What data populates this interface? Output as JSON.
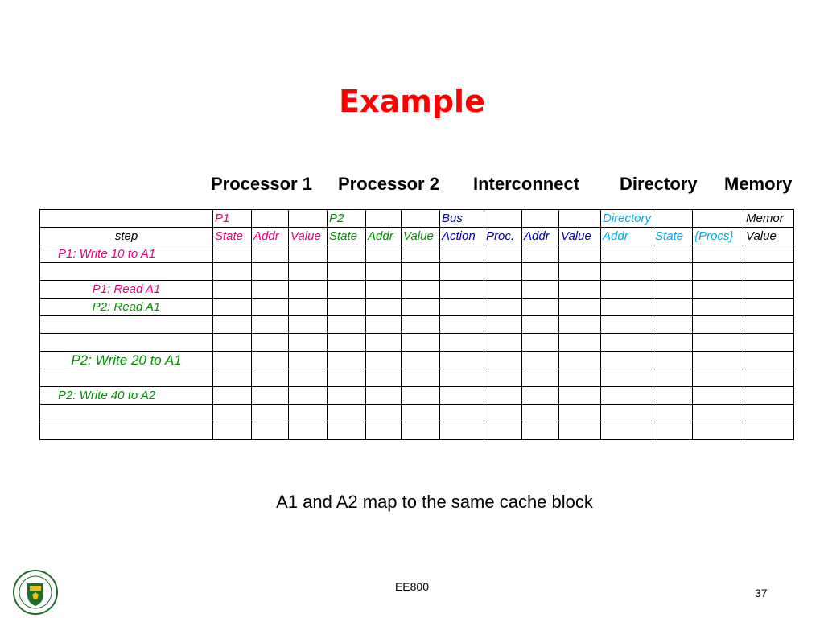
{
  "title": "Example",
  "column_headings": [
    "Processor 1",
    "Processor 2",
    "Interconnect",
    "Directory",
    "Memory"
  ],
  "table": {
    "header_row1": [
      "",
      "P1",
      "",
      "",
      "P2",
      "",
      "",
      "Bus",
      "",
      "",
      "",
      "Directory",
      "",
      "",
      "Memor"
    ],
    "header_row2": [
      "step",
      "State",
      "Addr",
      "Value",
      "State",
      "Addr",
      "Value",
      "Action",
      "Proc.",
      "Addr",
      "Value",
      "Addr",
      "State",
      "{Procs}",
      "Value"
    ],
    "steps": [
      "P1: Write 10 to A1",
      "",
      "P1: Read A1",
      "P2: Read A1",
      "",
      "",
      "P2: Write 20 to A1",
      "",
      "P2: Write 40 to A2",
      "",
      ""
    ]
  },
  "note": "A1 and A2 map to the same cache block",
  "footer": "EE800",
  "page_number": "37",
  "colors": {
    "title": "#ff0000",
    "p1": "#e3007c",
    "p2": "#009000",
    "bus": "#0000a0",
    "directory": "#00a8e8"
  }
}
